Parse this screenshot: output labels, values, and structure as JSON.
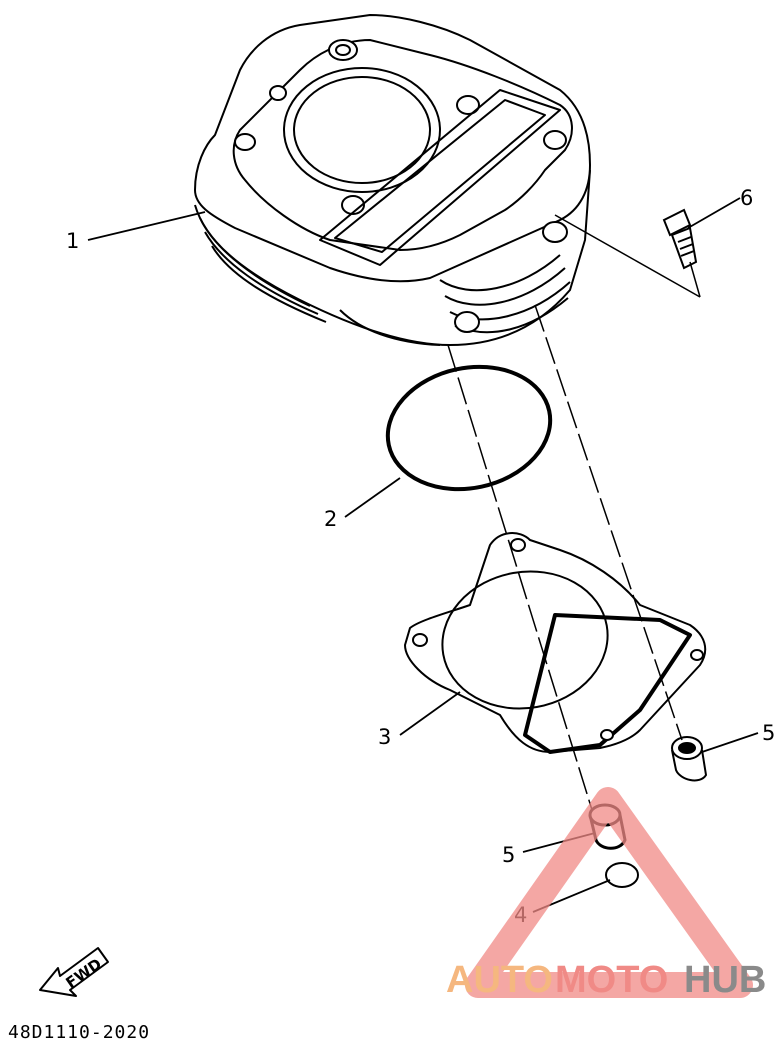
{
  "parts": [
    {
      "id": "cylinder",
      "callout": "1"
    },
    {
      "id": "o-ring",
      "callout": "2"
    },
    {
      "id": "cylinder-gasket",
      "callout": "3"
    },
    {
      "id": "o-ring-small",
      "callout": "4"
    },
    {
      "id": "dowel-pin-right",
      "callout": "5"
    },
    {
      "id": "dowel-pin-lower",
      "callout": "5"
    },
    {
      "id": "bolt",
      "callout": "6"
    }
  ],
  "direction_badge": "FWD",
  "diagram_code": "48D1110-2020",
  "watermark": {
    "part1": "AUTO",
    "part2": "MOTO",
    "part3": "HUB",
    "colors": {
      "part1": "#f5b77f",
      "part2": "#f08a86",
      "part3": "#8a8a8a",
      "triangle": "#f08a86"
    }
  }
}
